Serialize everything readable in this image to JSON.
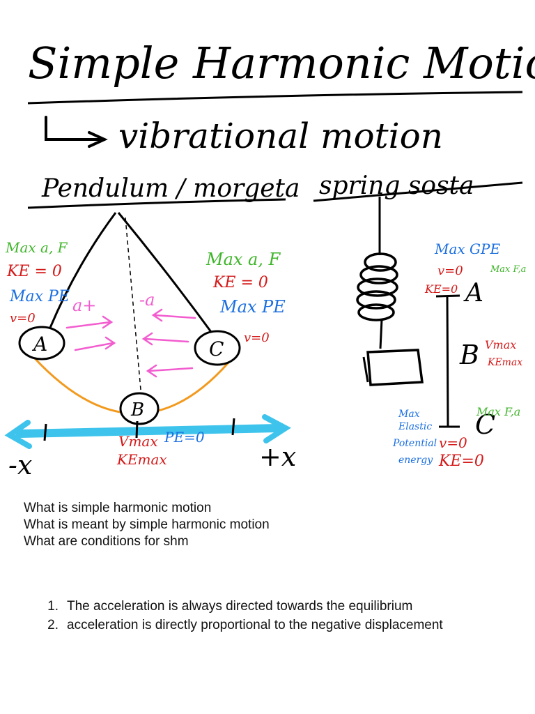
{
  "board": {
    "title": "Simple Harmonic Motion",
    "subtitle": "vibrational motion",
    "heading_left": "Pendulum / morgeta",
    "heading_right": "spring sosta",
    "pendulum": {
      "label_a": "A",
      "label_b": "B",
      "label_c": "C",
      "left_notes": [
        "Max a, F",
        "KE = 0",
        "Max PE",
        "v=0"
      ],
      "right_notes": [
        "Max a, F",
        "KE = 0",
        "Max PE"
      ],
      "right_v": "v=0",
      "arrow_left_label": "a+",
      "arrow_right_label": "-a",
      "bottom_vmax": "Vmax",
      "bottom_pe": "PE=0",
      "bottom_kemax": "KEmax",
      "axis_neg": "-x",
      "axis_pos": "+x"
    },
    "spring": {
      "label_a": "A",
      "label_b": "B",
      "label_c": "C",
      "top_gpe": "Max GPE",
      "top_v": "v=0",
      "top_ke": "KE=0",
      "top_force": "Max F,a",
      "mid_vmax": "Vmax",
      "mid_kemax": "KEmax",
      "bottom_force": "Max F,a",
      "bottom_elastic": [
        "Max",
        "Elastic",
        "Potential",
        "energy"
      ],
      "bottom_v": "v=0",
      "bottom_ke": "KE=0"
    },
    "colors": {
      "ink": "#000000",
      "green": "#3fb52a",
      "red": "#d41818",
      "blue": "#1b6fe0",
      "pink": "#f25ccf",
      "orange": "#f29a1e",
      "cyan": "#3ec4ec"
    }
  },
  "questions": [
    "What is simple harmonic motion",
    "What is meant by simple harmonic motion",
    "What are conditions for shm"
  ],
  "conditions": [
    {
      "num": "1.",
      "text": "The acceleration is always directed towards the equilibrium"
    },
    {
      "num": "2.",
      "text": "acceleration is directly proportional to the negative displacement"
    }
  ]
}
